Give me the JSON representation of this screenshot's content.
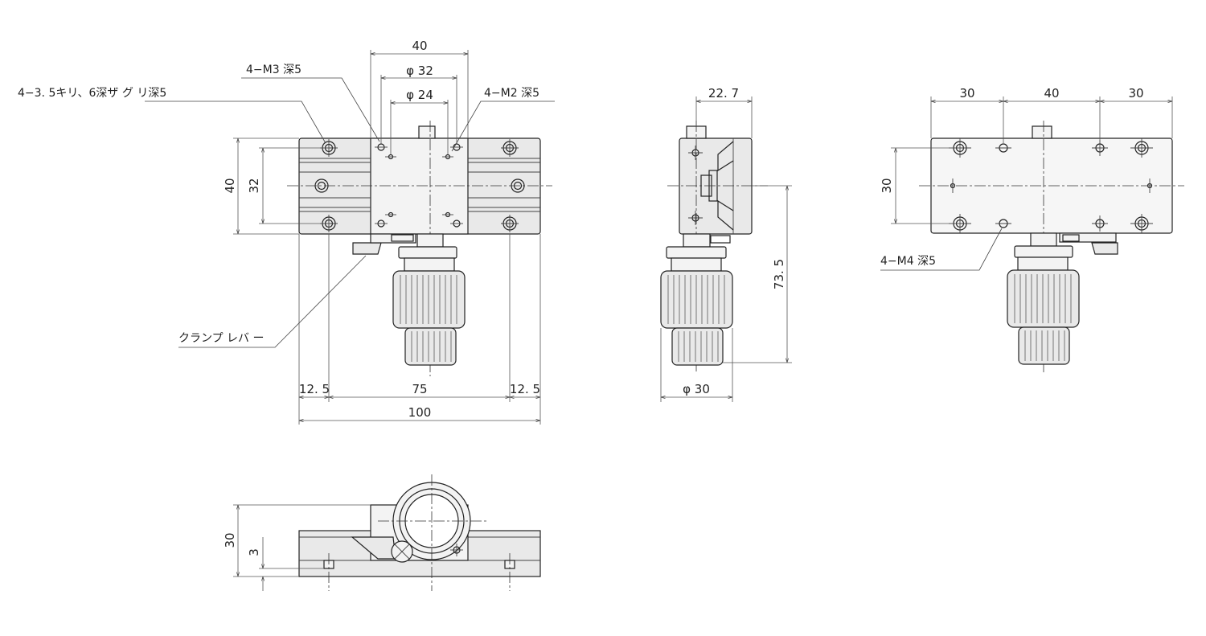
{
  "top_view": {
    "width_100": "100",
    "pitch_75": "75",
    "edge_left": "12. 5",
    "edge_right": "12. 5",
    "top_40": "40",
    "dia_32": "φ 32",
    "dia_24": "φ 24",
    "height_40": "40",
    "height_32": "32",
    "note_m3": "4−M3 深5",
    "note_m2": "4−M2 深5",
    "note_counterbore": "4−3. 5キリ、6深ザ グ リ深5",
    "note_clamp": "クランプ レバ ー"
  },
  "side_view": {
    "width_227": "22. 7",
    "height_735": "73. 5",
    "dia_30": "φ 30"
  },
  "bottom_view": {
    "seg_left": "30",
    "seg_mid": "40",
    "seg_right": "30",
    "height_30": "30",
    "note_m4": "4−M4 深5"
  },
  "front_view": {
    "height_30": "30",
    "height_3": "3"
  },
  "colors": {
    "line": "#222222",
    "fill": "#e9e9e9"
  }
}
